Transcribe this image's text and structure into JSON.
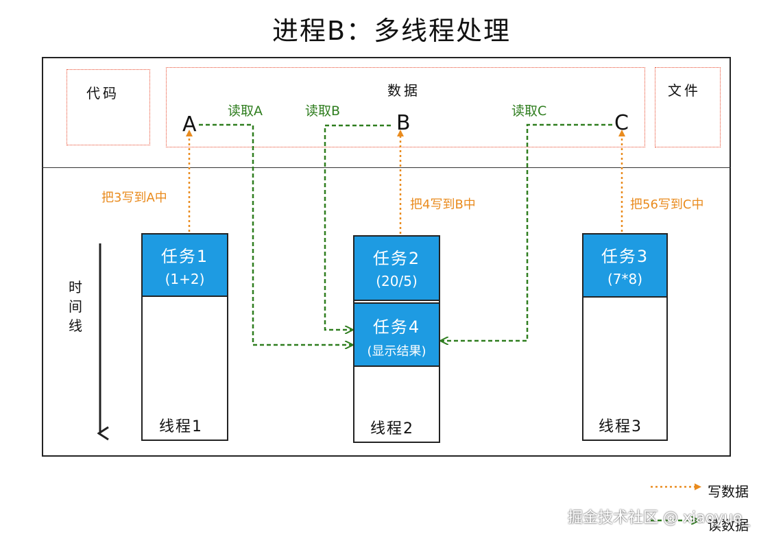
{
  "title": "进程B：多线程处理",
  "segments": {
    "code": "代码",
    "data": "数据",
    "file": "文件"
  },
  "variables": {
    "a": "A",
    "b": "B",
    "c": "C"
  },
  "read_labels": {
    "a": "读取A",
    "b": "读取B",
    "c": "读取C"
  },
  "write_labels": {
    "a": "把3写到A中",
    "b": "把4写到B中",
    "c": "把56写到C中"
  },
  "timeline_label": [
    "时",
    "间",
    "线"
  ],
  "threads": [
    {
      "label": "线程1",
      "tasks": [
        {
          "name": "任务1",
          "expr": "(1+2)"
        }
      ]
    },
    {
      "label": "线程2",
      "tasks": [
        {
          "name": "任务2",
          "expr": "(20/5)"
        },
        {
          "name": "任务4",
          "expr": "(显示结果)"
        }
      ]
    },
    {
      "label": "线程3",
      "tasks": [
        {
          "name": "任务3",
          "expr": "(7*8)"
        }
      ]
    }
  ],
  "legend": {
    "write": "写数据",
    "read": "读数据"
  },
  "watermark": "掘金技术社区 @ xiaoyue_",
  "colors": {
    "task_fill": "#1e9be2",
    "write_arrow": "#e98b1e",
    "read_arrow": "#2e7d1e",
    "segment_border": "#e8462a"
  }
}
